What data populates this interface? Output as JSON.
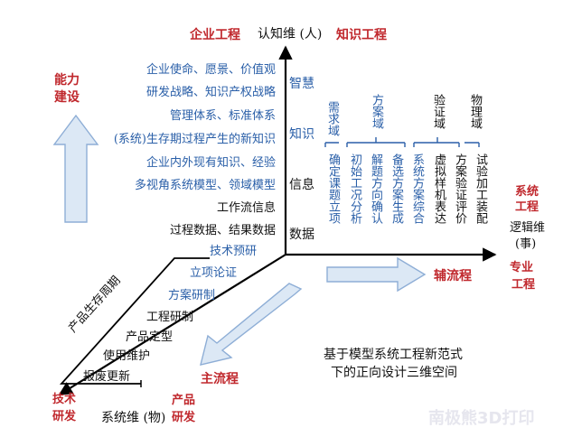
{
  "axes": {
    "cognition": "认知维 (人)",
    "logic_line1": "逻辑维",
    "logic_line2": "(事)",
    "system": "系统维 (物)"
  },
  "corner_labels": {
    "enterprise": "企业工程",
    "knowledge": "知识工程",
    "capability_1": "能力",
    "capability_2": "建设",
    "systems_eng_1": "系统",
    "systems_eng_2": "工程",
    "specialty_1": "专业",
    "specialty_2": "工程",
    "aux_flow": "辅流程",
    "main_flow": "主流程",
    "tech_rd_1": "技术",
    "tech_rd_2": "研发",
    "product_rd_1": "产品",
    "product_rd_2": "研发"
  },
  "cognition_levels": [
    "智慧",
    "知识",
    "信息",
    "数据"
  ],
  "knowledge_items": [
    "企业使命、愿景、价值观",
    "研发战略、知识产权战略",
    "管理体系、标准体系",
    "(系统)生存期过程产生的新知识",
    "企业内外现有知识、经验",
    "多视角系统模型、领域模型",
    "工作流信息",
    "过程数据、结果数据"
  ],
  "domains": {
    "requirement": "需求域",
    "solution": "方案域",
    "verification": "验证域",
    "physical": "物理域"
  },
  "logic_steps": [
    "确定课题立项",
    "初始工况分析",
    "解题方向确认",
    "备选方案生成",
    "系统方案综合",
    "虚拟样机表达",
    "方案验证评价",
    "试验加工装配"
  ],
  "lifecycle": {
    "title": "产品生存周期",
    "stages": [
      "技术预研",
      "立项论证",
      "方案研制",
      "工程研制",
      "产品定型",
      "使用维护",
      "报废更新"
    ]
  },
  "caption": {
    "line1": "基于模型系统工程新范式",
    "line2": "下的正向设计三维空间"
  },
  "watermark": "南极熊3D打印",
  "colors": {
    "red": "#c0282d",
    "blue": "#2a5fa8",
    "arrow_fill": "#dce8f5",
    "arrow_stroke": "#8eaed6"
  }
}
